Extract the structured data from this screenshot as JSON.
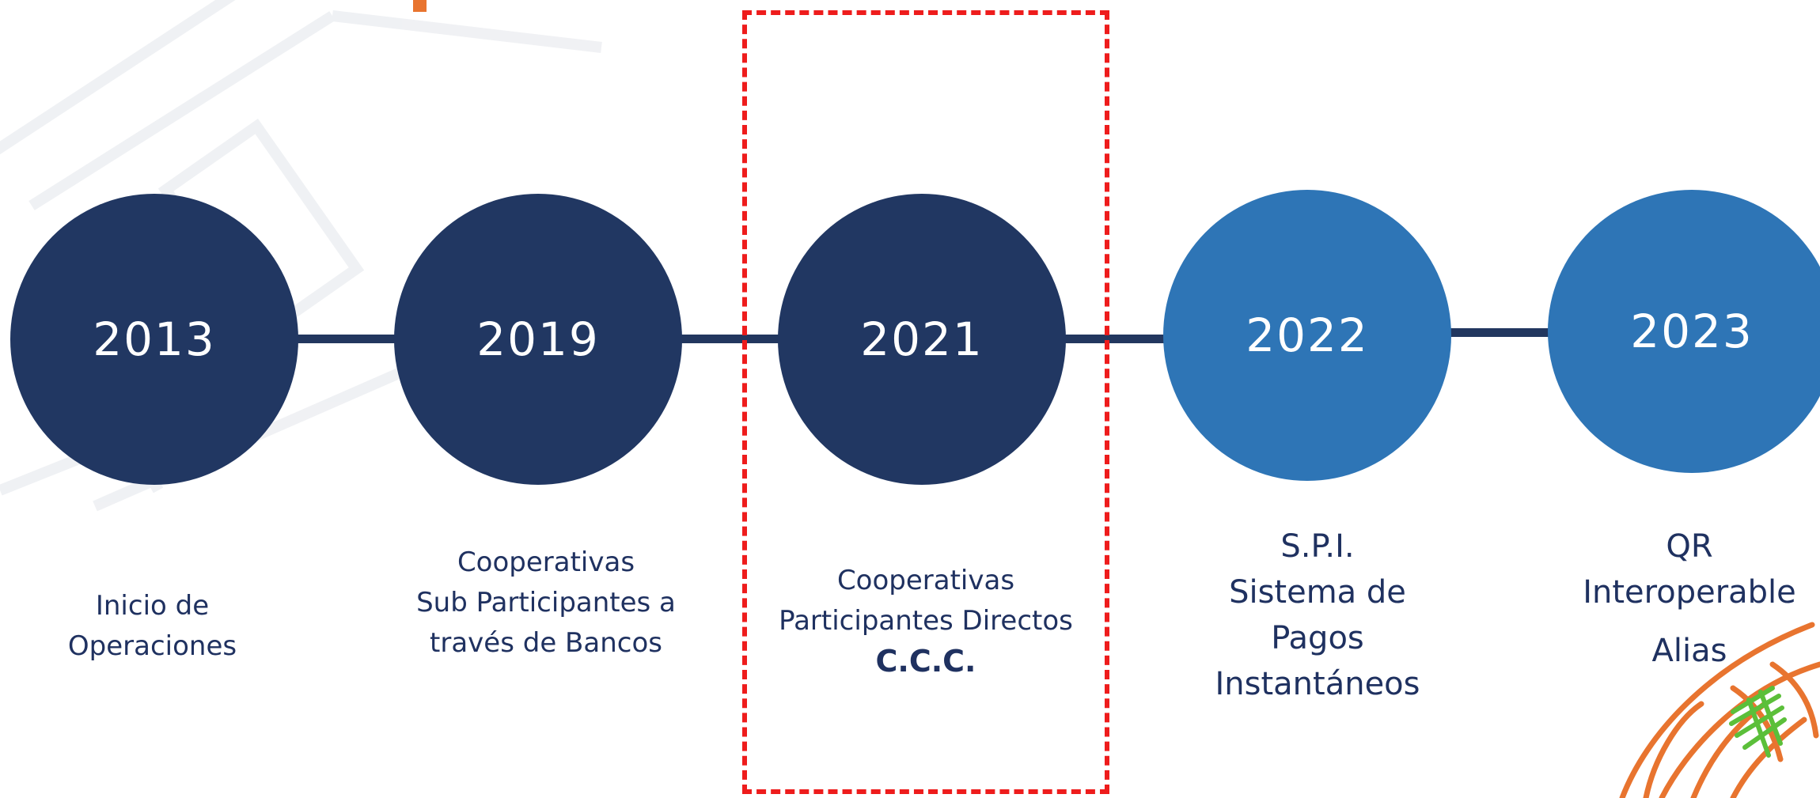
{
  "timeline": [
    {
      "year": "2013",
      "lines": [
        "Inicio de",
        "Operaciones"
      ]
    },
    {
      "year": "2019",
      "lines": [
        "Cooperativas",
        "Sub Participantes a",
        "través de Bancos"
      ]
    },
    {
      "year": "2021",
      "lines": [
        "Cooperativas",
        "Participantes Directos"
      ],
      "bold_line": "C.C.C."
    },
    {
      "year": "2022",
      "lines": [
        "S.P.I.",
        "Sistema de",
        "Pagos",
        "Instantáneos"
      ]
    },
    {
      "year": "2023",
      "lines": [
        "QR",
        "Interoperable"
      ],
      "extra_line": "Alias"
    }
  ],
  "colors": {
    "dark_circle": "#213762",
    "light_circle": "#2e75b6",
    "highlight_border": "#ee1c1c",
    "text": "#1f3160",
    "accent": "#e8742f"
  }
}
